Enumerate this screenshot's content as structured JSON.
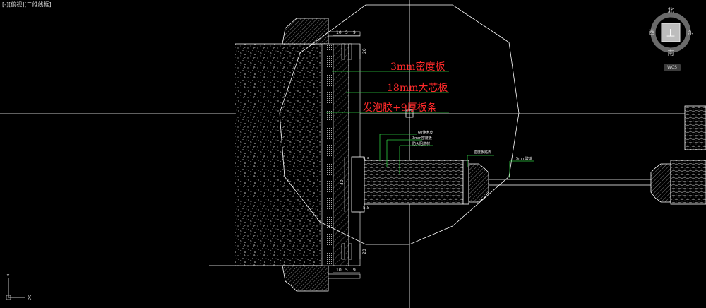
{
  "viewport": {
    "label": "[-][俯视][二维线框]"
  },
  "viewcube": {
    "north": "北",
    "south": "南",
    "east": "东",
    "west": "西",
    "face": "上",
    "wcs": "WCS"
  },
  "annotations": {
    "density_board": "3mm密度板",
    "blockboard": "18mm大芯板",
    "foam_strip": "发泡胶+9厚板条",
    "small_1": "60伸木皮",
    "small_2": "3mm密度板",
    "small_3": "防火阻燃材",
    "small_4": "密度板贴皮",
    "small_5": "5mm玻璃"
  },
  "dimensions": {
    "top_10": "10",
    "top_5": "5",
    "top_9": "9",
    "top_20": "20",
    "mid_40": "40",
    "mid_top": "5,5",
    "mid_bot": "5,5",
    "bot_20": "20",
    "bot_10": "10",
    "bot_5": "5",
    "bot_9": "9"
  },
  "ucs": {
    "x": "X",
    "y": "Y"
  },
  "colors": {
    "background": "#000000",
    "linework": "#ffffff",
    "annotation_red": "#ff2a2a",
    "leader_green": "#2ecc40",
    "selection": "#00ff66"
  }
}
